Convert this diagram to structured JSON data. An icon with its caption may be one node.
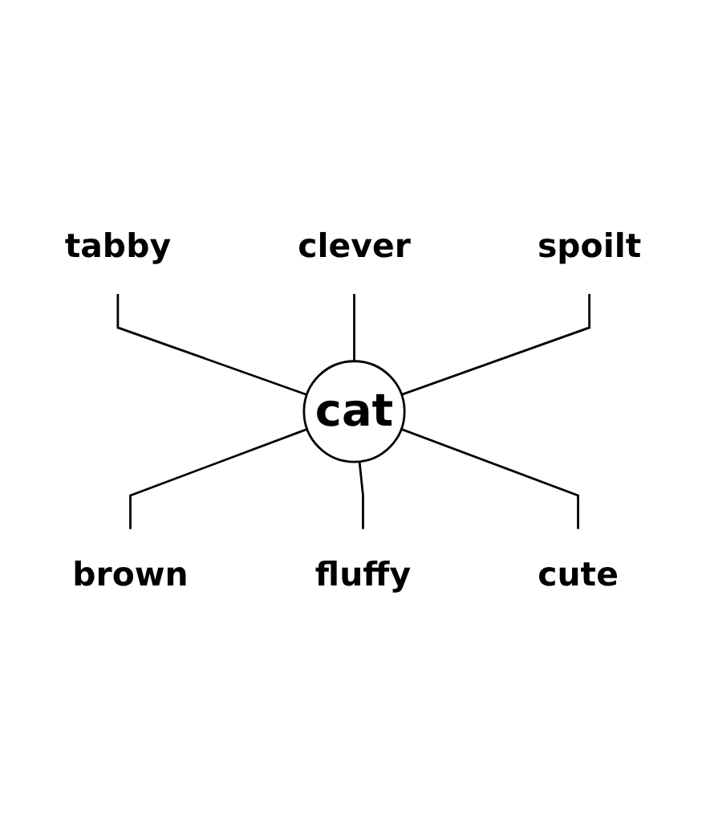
{
  "diagram": {
    "nodes": [
      {
        "text": [
          "tabby"
        ]
      },
      {
        "text": [
          "clever"
        ]
      },
      {
        "text": [
          "spoilt"
        ]
      },
      {
        "text": [
          "cat"
        ]
      },
      {
        "text": [
          "brown"
        ]
      },
      {
        "text": [
          "cute"
        ]
      },
      {
        "text": [
          "fluffy"
        ]
      }
    ],
    "edges": [
      {
        "from": 0,
        "to": 3,
        "arrow": "none"
      },
      {
        "from": 1,
        "to": 3,
        "arrow": "none"
      },
      {
        "from": 2,
        "to": 3,
        "arrow": "none"
      },
      {
        "from": 3,
        "to": 4,
        "arrow": "none"
      },
      {
        "from": 3,
        "to": 6,
        "arrow": "none"
      },
      {
        "from": 3,
        "to": 5,
        "arrow": "none"
      }
    ]
  }
}
